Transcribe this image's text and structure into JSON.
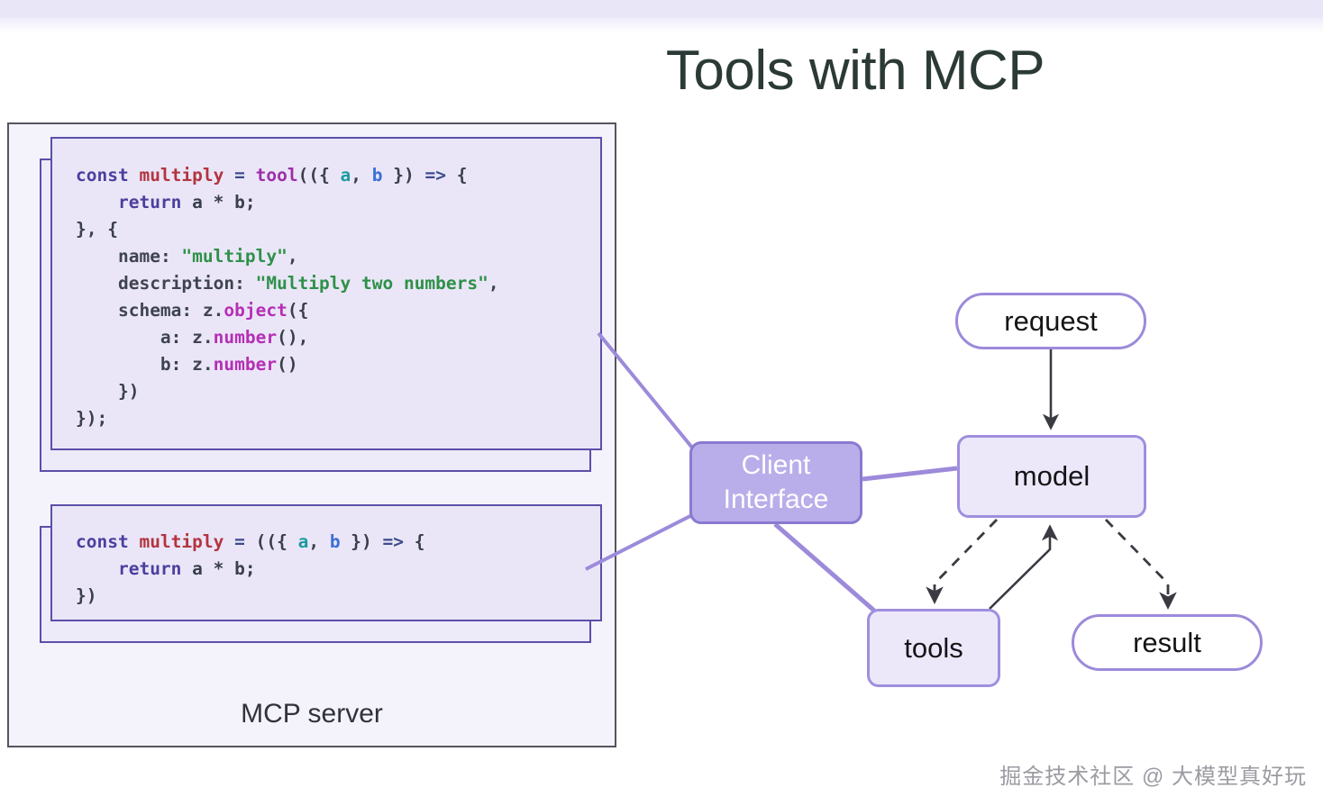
{
  "page": {
    "title": "Tools with MCP",
    "background_color": "#ffffff",
    "accent_color": "#a08ede",
    "title_color": "#2b3a36"
  },
  "mcp_server": {
    "label": "MCP server",
    "fill_color": "#f4f3fb",
    "border_color": "#555560"
  },
  "code_blocks": [
    {
      "name": "tool-definition-snippet",
      "lines": [
        [
          {
            "t": "const ",
            "c": "kw"
          },
          {
            "t": "multiply",
            "c": "fnred"
          },
          {
            "t": " = ",
            "c": "op"
          },
          {
            "t": "tool",
            "c": "fn"
          },
          {
            "t": "((",
            "c": "pun"
          },
          {
            "t": "{ ",
            "c": "pun"
          },
          {
            "t": "a",
            "c": "var"
          },
          {
            "t": ", ",
            "c": "pun"
          },
          {
            "t": "b",
            "c": "var2"
          },
          {
            "t": " }) ",
            "c": "pun"
          },
          {
            "t": "=> ",
            "c": "op"
          },
          {
            "t": "{",
            "c": "pun"
          }
        ],
        [
          {
            "t": "    ",
            "c": "pun"
          },
          {
            "t": "return",
            "c": "kw"
          },
          {
            "t": " a * b;",
            "c": "pun"
          }
        ],
        [
          {
            "t": "}, {",
            "c": "pun"
          }
        ],
        [
          {
            "t": "    ",
            "c": "pun"
          },
          {
            "t": "name",
            "c": "prop"
          },
          {
            "t": ": ",
            "c": "pun"
          },
          {
            "t": "\"multiply\"",
            "c": "str"
          },
          {
            "t": ",",
            "c": "pun"
          }
        ],
        [
          {
            "t": "    ",
            "c": "pun"
          },
          {
            "t": "description",
            "c": "prop"
          },
          {
            "t": ": ",
            "c": "pun"
          },
          {
            "t": "\"Multiply two numbers\"",
            "c": "str"
          },
          {
            "t": ",",
            "c": "pun"
          }
        ],
        [
          {
            "t": "    ",
            "c": "pun"
          },
          {
            "t": "schema",
            "c": "prop"
          },
          {
            "t": ": ",
            "c": "pun"
          },
          {
            "t": "z.",
            "c": "prop"
          },
          {
            "t": "object",
            "c": "mth"
          },
          {
            "t": "({",
            "c": "pun"
          }
        ],
        [
          {
            "t": "        ",
            "c": "pun"
          },
          {
            "t": "a",
            "c": "prop"
          },
          {
            "t": ": ",
            "c": "pun"
          },
          {
            "t": "z.",
            "c": "prop"
          },
          {
            "t": "number",
            "c": "mth"
          },
          {
            "t": "(),",
            "c": "pun"
          }
        ],
        [
          {
            "t": "        ",
            "c": "pun"
          },
          {
            "t": "b",
            "c": "prop"
          },
          {
            "t": ": ",
            "c": "pun"
          },
          {
            "t": "z.",
            "c": "prop"
          },
          {
            "t": "number",
            "c": "mth"
          },
          {
            "t": "()",
            "c": "pun"
          }
        ],
        [
          {
            "t": "    })",
            "c": "pun"
          }
        ],
        [
          {
            "t": "});",
            "c": "pun"
          }
        ]
      ]
    },
    {
      "name": "plain-function-snippet",
      "lines": [
        [
          {
            "t": "const ",
            "c": "kw"
          },
          {
            "t": "multiply",
            "c": "fnred"
          },
          {
            "t": " = ",
            "c": "op"
          },
          {
            "t": "(({ ",
            "c": "pun"
          },
          {
            "t": "a",
            "c": "var"
          },
          {
            "t": ", ",
            "c": "pun"
          },
          {
            "t": "b",
            "c": "var2"
          },
          {
            "t": " }) ",
            "c": "pun"
          },
          {
            "t": "=> ",
            "c": "op"
          },
          {
            "t": "{",
            "c": "pun"
          }
        ],
        [
          {
            "t": "    ",
            "c": "pun"
          },
          {
            "t": "return",
            "c": "kw"
          },
          {
            "t": " a * b;",
            "c": "pun"
          }
        ],
        [
          {
            "t": "})",
            "c": "pun"
          }
        ]
      ]
    }
  ],
  "diagram": {
    "nodes": [
      {
        "id": "request",
        "label": "request",
        "shape": "pill",
        "fill": "#ffffff",
        "stroke": "#9d8ada"
      },
      {
        "id": "client",
        "label": "Client\nInterface",
        "shape": "rect",
        "fill": "#b9aeea",
        "stroke": "#8b79cf",
        "text_color": "#ffffff"
      },
      {
        "id": "model",
        "label": "model",
        "shape": "rect",
        "fill": "#ece8fa",
        "stroke": "#a08ede"
      },
      {
        "id": "tools",
        "label": "tools",
        "shape": "rect",
        "fill": "#ece8fa",
        "stroke": "#a08ede"
      },
      {
        "id": "result",
        "label": "result",
        "shape": "pill",
        "fill": "#ffffff",
        "stroke": "#9d8ada"
      }
    ],
    "edges": [
      {
        "from": "request",
        "to": "model",
        "style": "solid",
        "arrow": true
      },
      {
        "from": "client",
        "to": "model",
        "style": "solid",
        "arrow": false,
        "color": "#9d8ada"
      },
      {
        "from": "client",
        "to": "tools",
        "style": "solid",
        "arrow": false,
        "color": "#9d8ada"
      },
      {
        "from": "model",
        "to": "tools",
        "style": "dashed",
        "arrow": true
      },
      {
        "from": "tools",
        "to": "model",
        "style": "solid",
        "arrow": true
      },
      {
        "from": "model",
        "to": "result",
        "style": "dashed",
        "arrow": true
      },
      {
        "from": "code-block-1",
        "to": "client",
        "style": "solid",
        "arrow": false,
        "color": "#9d8ada"
      },
      {
        "from": "code-block-2",
        "to": "client",
        "style": "solid",
        "arrow": false,
        "color": "#9d8ada"
      }
    ]
  },
  "client_label_lines": [
    "Client",
    "Interface"
  ],
  "watermark": "掘金技术社区 @ 大模型真好玩"
}
